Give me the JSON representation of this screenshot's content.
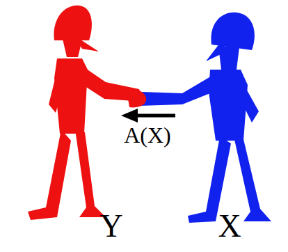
{
  "diagram": {
    "labels": [
      "A(X)",
      "Y",
      "X"
    ]
  }
}
